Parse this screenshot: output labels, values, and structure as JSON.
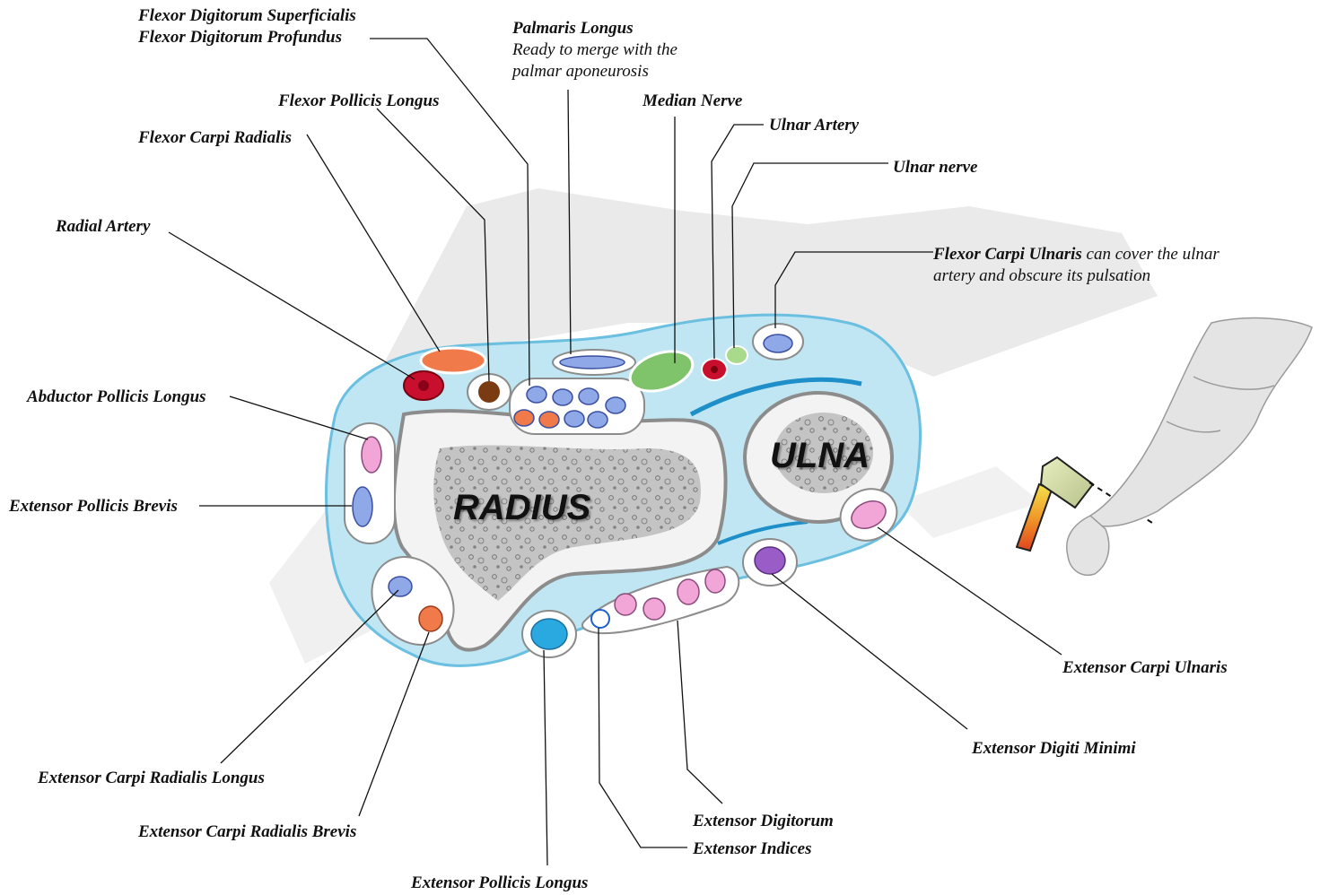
{
  "labels": {
    "fds": "Flexor Digitorum Superficialis",
    "fdp": "Flexor Digitorum Profundus",
    "palmaris": "Palmaris Longus",
    "palmaris_note": "Ready to merge with the",
    "palmaris_note2": "palmar aponeurosis",
    "fpl": "Flexor Pollicis Longus",
    "median": "Median Nerve",
    "ulnar_artery": "Ulnar Artery",
    "ulnar_nerve": "Ulnar nerve",
    "fcr": "Flexor Carpi Radialis",
    "radial_artery": "Radial Artery",
    "fcu": "Flexor Carpi Ulnaris",
    "fcu_note": " can cover the ulnar",
    "fcu_note2": "artery and obscure its pulsation",
    "apl": "Abductor Pollicis Longus",
    "epb": "Extensor Pollicis Brevis",
    "ecrl": "Extensor Carpi Radialis Longus",
    "ecrb": "Extensor Carpi Radialis Brevis",
    "epl": "Extensor Pollicis Longus",
    "ed": "Extensor Digitorum",
    "ei": "Extensor Indices",
    "edm": "Extensor Digiti Minimi",
    "ecu": "Extensor Carpi Ulnaris"
  },
  "bones": {
    "radius": "RADIUS",
    "ulna": "ULNA"
  },
  "icons": {
    "axe": "axe-icon",
    "arm": "arm-sketch-icon"
  },
  "colors": {
    "fascia": "#bfe6f2",
    "membrane": "#1e8fc8",
    "artery": "#c8102e",
    "nerve": "#7fc36b",
    "flexor_tendon": "#8fa8e8",
    "tendon_pink": "#f2a6d8",
    "tendon_orange": "#f07a4a",
    "tendon_purple": "#9a5cc6",
    "tendon_cyan": "#29a9e0",
    "fpl_brown": "#7a3b12"
  }
}
